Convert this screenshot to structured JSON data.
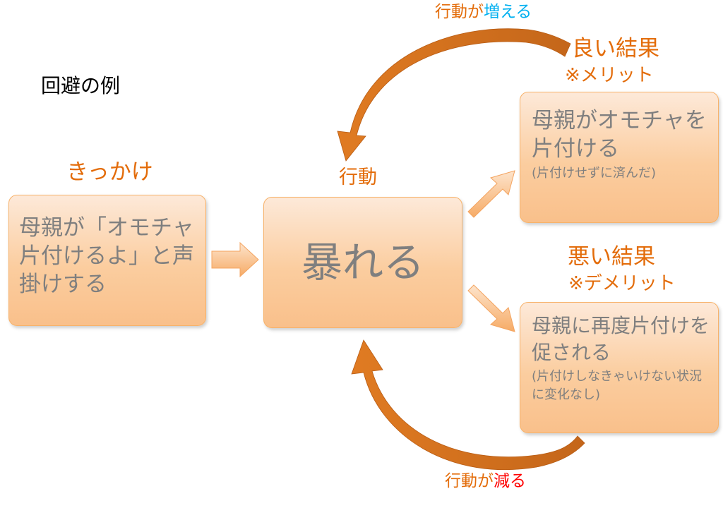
{
  "title": "回避の例",
  "trigger": {
    "heading": "きっかけ",
    "text": "母親が「オモチャ片付けるよ」と声掛けする"
  },
  "behavior": {
    "heading": "行動",
    "text": "暴れる"
  },
  "good": {
    "heading": "良い結果",
    "note": "※メリット",
    "text": "母親がオモチャを片付ける",
    "sub": "(片付けせずに済んだ)"
  },
  "bad": {
    "heading": "悪い結果",
    "note": "※デメリット",
    "text": "母親に再度片付けを促される",
    "sub": "(片付けしなきゃいけない状況に変化なし)"
  },
  "feedback_top": {
    "prefix": "行動が",
    "verb": "増える",
    "verb_color": "#00b0f0"
  },
  "feedback_bottom": {
    "prefix": "行動が",
    "verb": "減る",
    "verb_color": "#ff0000"
  },
  "colors": {
    "accent": "#e36c0a",
    "box_border": "#f7b26a",
    "box_text": "#7f7f7f"
  }
}
